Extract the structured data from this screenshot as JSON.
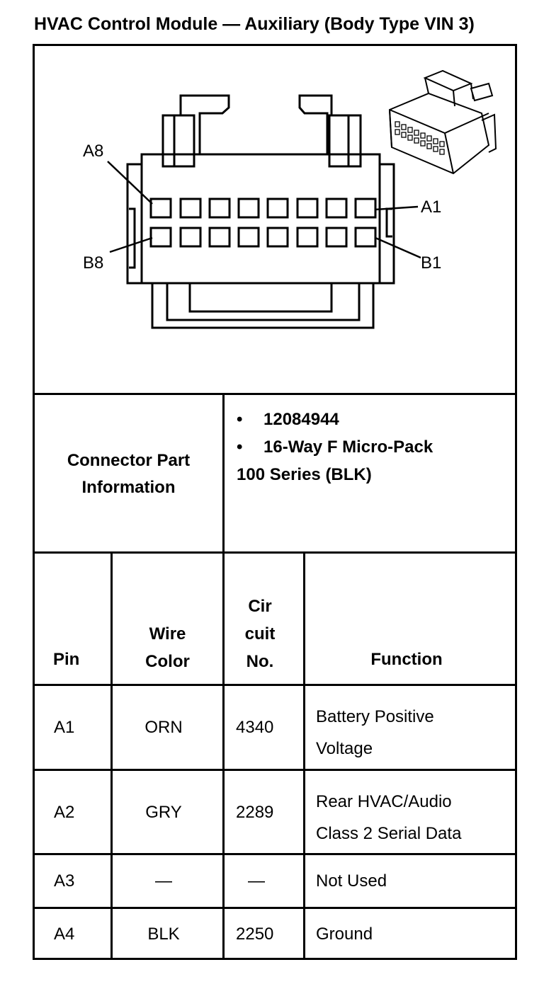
{
  "title": "HVAC Control Module — Auxiliary (Body Type VIN 3)",
  "diagram": {
    "pin_labels": {
      "a8": "A8",
      "a1": "A1",
      "b8": "B8",
      "b1": "B1"
    }
  },
  "connector_info": {
    "label_line1": "Connector Part",
    "label_line2": "Information",
    "bullet": "•",
    "part_number": "12084944",
    "desc_line1": "16-Way F Micro-Pack",
    "desc_line2": "100 Series (BLK)"
  },
  "table": {
    "headers": {
      "pin": "Pin",
      "wire_color_1": "Wire",
      "wire_color_2": "Color",
      "circuit_1": "Cir",
      "circuit_2": "cuit",
      "circuit_3": "No.",
      "function": "Function"
    },
    "rows": [
      {
        "pin": "A1",
        "color": "ORN",
        "circuit": "4340",
        "function_1": "Battery Positive",
        "function_2": "Voltage"
      },
      {
        "pin": "A2",
        "color": "GRY",
        "circuit": "2289",
        "function_1": "Rear HVAC/Audio",
        "function_2": "Class 2 Serial Data"
      },
      {
        "pin": "A3",
        "color": "—",
        "circuit": "—",
        "function_1": "Not Used",
        "function_2": ""
      },
      {
        "pin": "A4",
        "color": "BLK",
        "circuit": "2250",
        "function_1": "Ground",
        "function_2": ""
      }
    ]
  }
}
